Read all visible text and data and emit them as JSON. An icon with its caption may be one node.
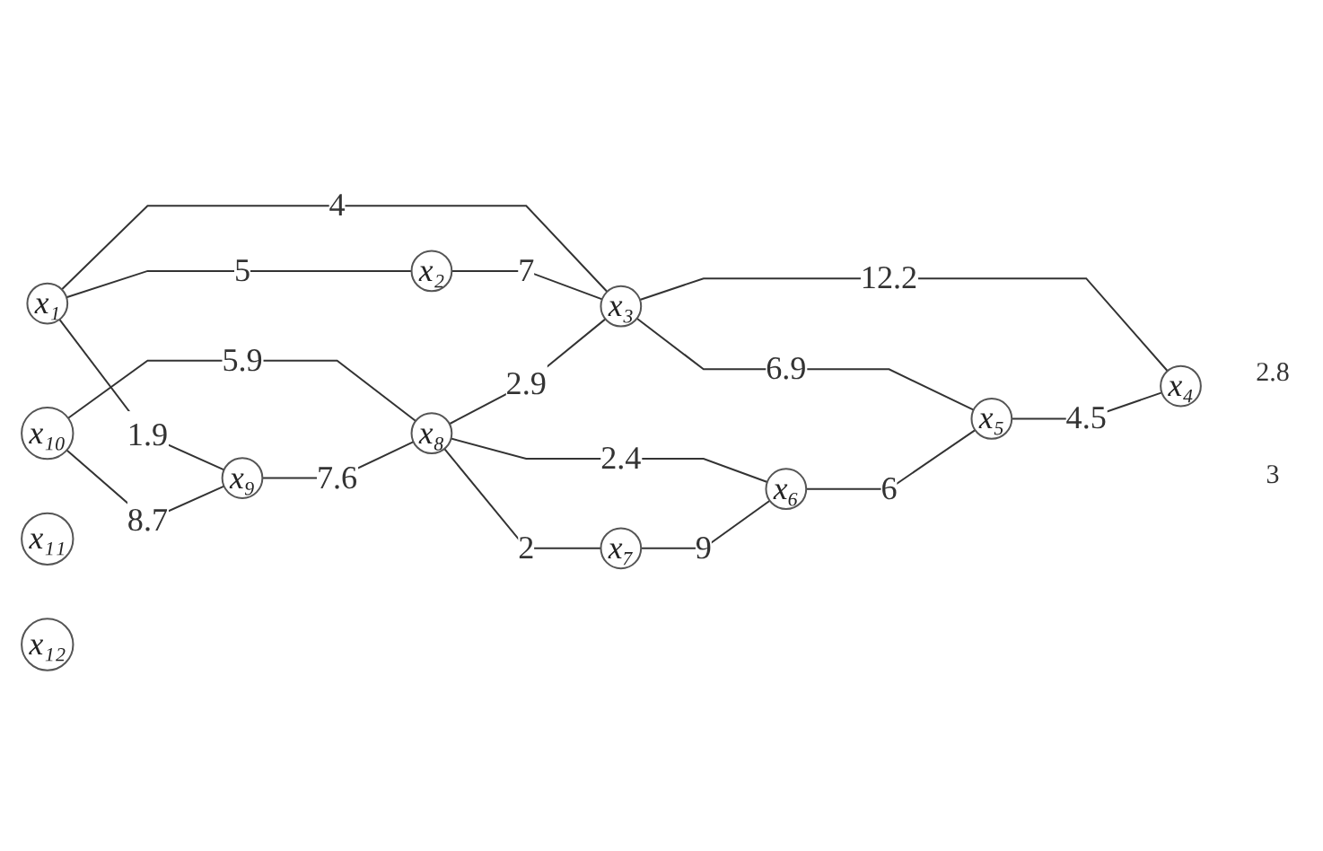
{
  "diagram": {
    "nodes": [
      {
        "text": [
          "x₁"
        ]
      },
      {
        "text": [
          "x₂"
        ]
      },
      {
        "text": [
          "x₃"
        ]
      },
      {
        "text": [
          "x₄"
        ]
      },
      {
        "text": [
          "x₅"
        ]
      },
      {
        "text": [
          "x₆"
        ]
      },
      {
        "text": [
          "x₇"
        ]
      },
      {
        "text": [
          "x₈"
        ]
      },
      {
        "text": [
          "x₉"
        ]
      },
      {
        "text": [
          "x₁₀"
        ]
      },
      {
        "text": [
          "x₁₁"
        ]
      },
      {
        "text": [
          "x₁₂"
        ]
      }
    ],
    "edges": [
      {
        "from": 0,
        "to": 1,
        "arrow": "none",
        "label": "5"
      },
      {
        "from": 0,
        "to": 8,
        "arrow": "none",
        "label": "1.9"
      },
      {
        "from": 0,
        "to": 2,
        "arrow": "none",
        "label": "4"
      },
      {
        "from": 1,
        "to": 2,
        "arrow": "none",
        "label": "7"
      },
      {
        "from": 9,
        "to": 8,
        "arrow": "none",
        "label": "8.7"
      },
      {
        "from": 9,
        "to": 7,
        "arrow": "none",
        "label": "5.9"
      },
      {
        "from": 8,
        "to": 7,
        "arrow": "none",
        "label": "7.6"
      },
      {
        "from": 7,
        "to": 2,
        "arrow": "none",
        "label": "2.9"
      },
      {
        "from": 2,
        "to": 4,
        "arrow": "none",
        "label": "6.9"
      },
      {
        "from": 2,
        "to": 3,
        "arrow": "none",
        "label": "12.2"
      },
      {
        "from": 7,
        "to": 5,
        "arrow": "none",
        "label": "2.4"
      },
      {
        "from": 7,
        "to": 6,
        "arrow": "none",
        "label": "2"
      },
      {
        "from": 6,
        "to": 5,
        "arrow": "none",
        "label": "9"
      },
      {
        "from": 5,
        "to": 4,
        "arrow": "none",
        "label": "6"
      },
      {
        "from": 4,
        "to": 3,
        "arrow": "none",
        "label": "4.5"
      }
    ],
    "labels": [
      "2.8",
      "3"
    ]
  }
}
